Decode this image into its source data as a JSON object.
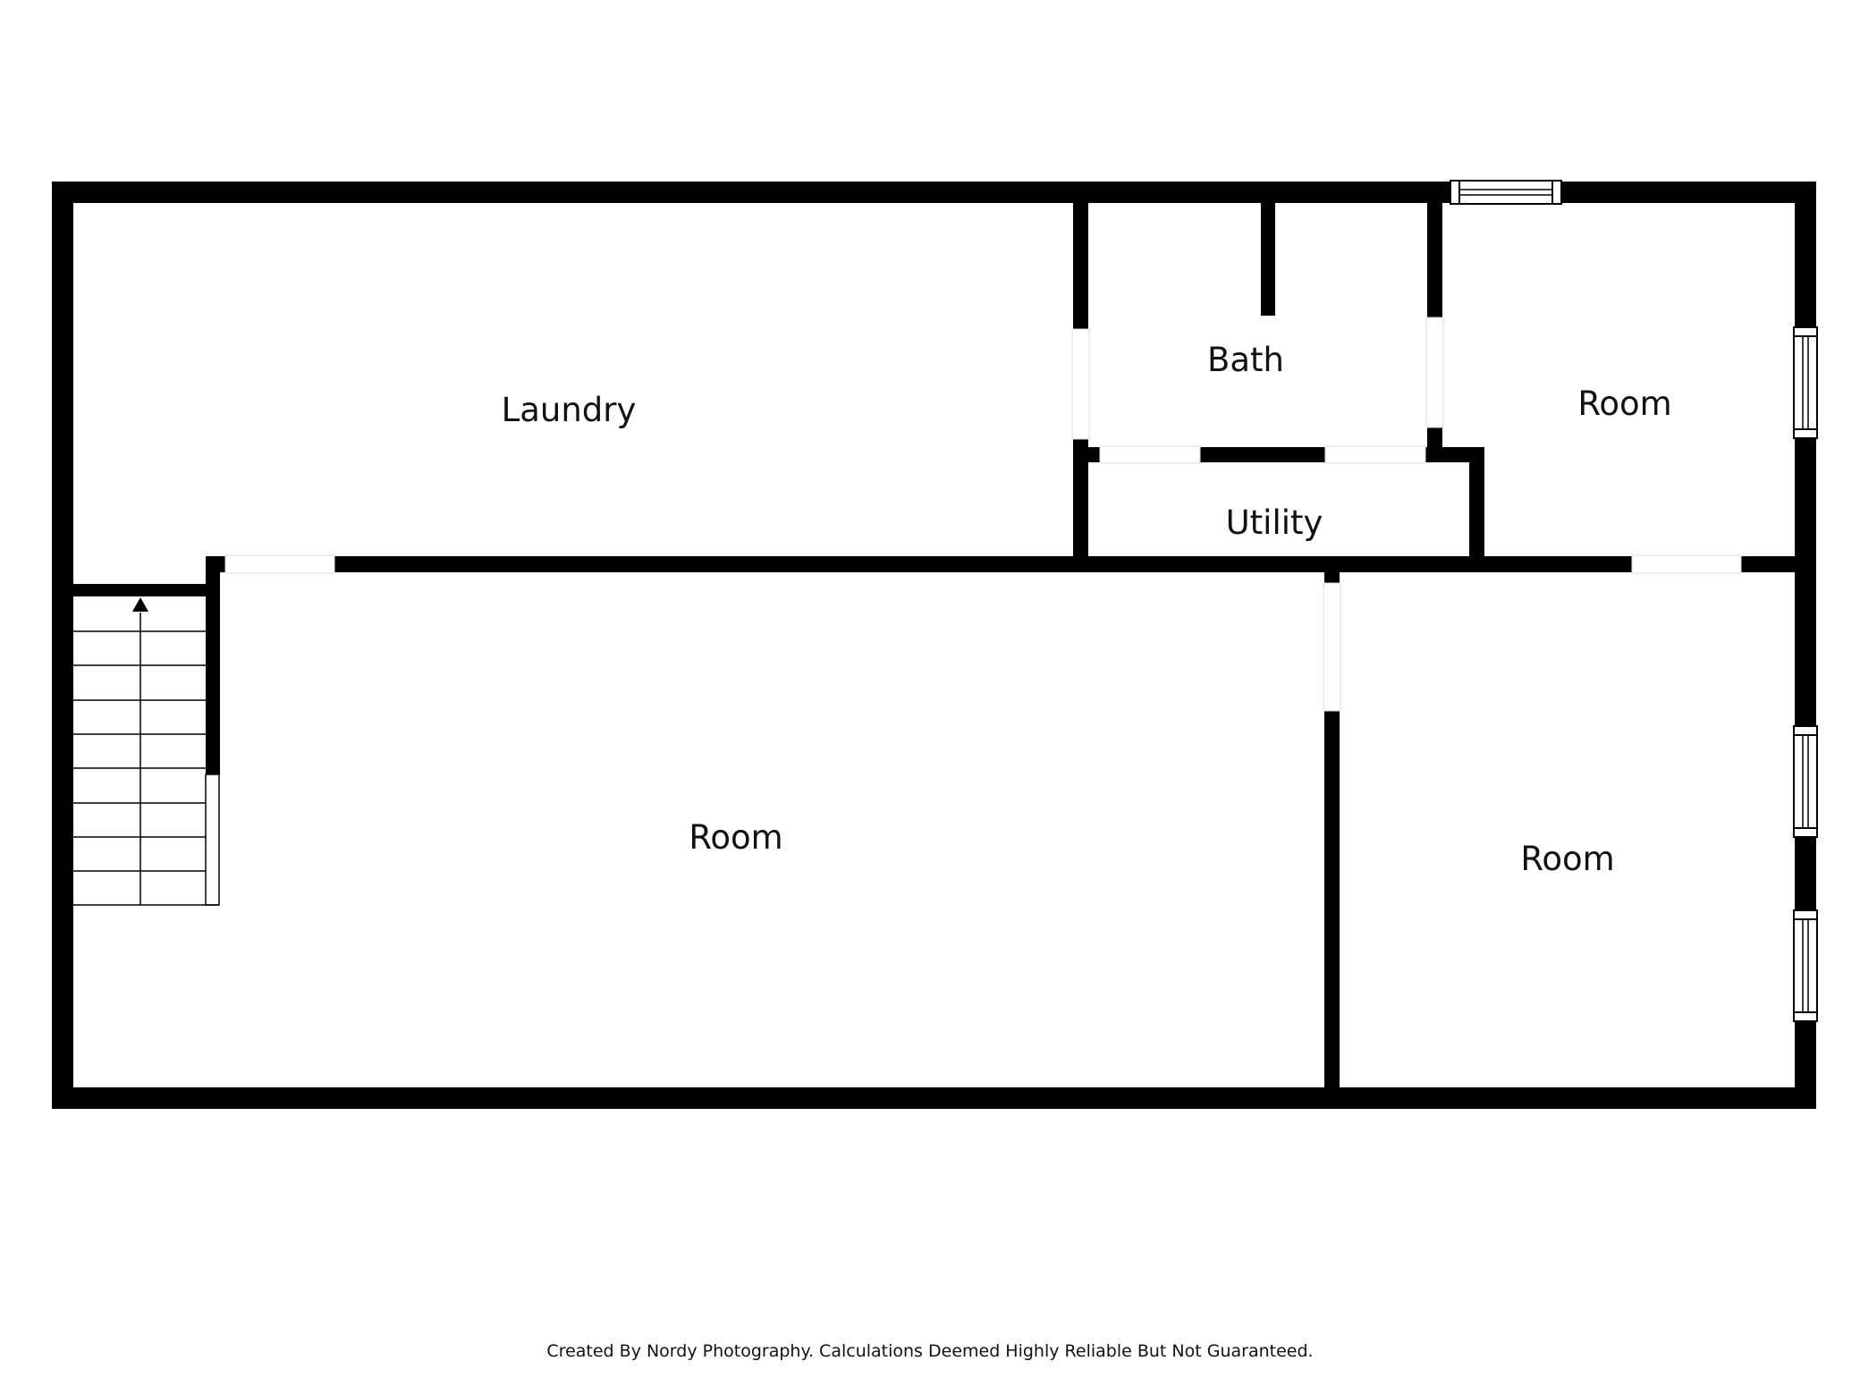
{
  "rooms": {
    "laundry": "Laundry",
    "bath": "Bath",
    "room_top_right": "Room",
    "utility": "Utility",
    "room_main": "Room",
    "room_bottom_right": "Room"
  },
  "footer": {
    "credit": "Created By Nordy Photography. Calculations Deemed Highly Reliable But Not Guaranteed."
  },
  "colors": {
    "wall": "#000000",
    "background": "#ffffff"
  }
}
